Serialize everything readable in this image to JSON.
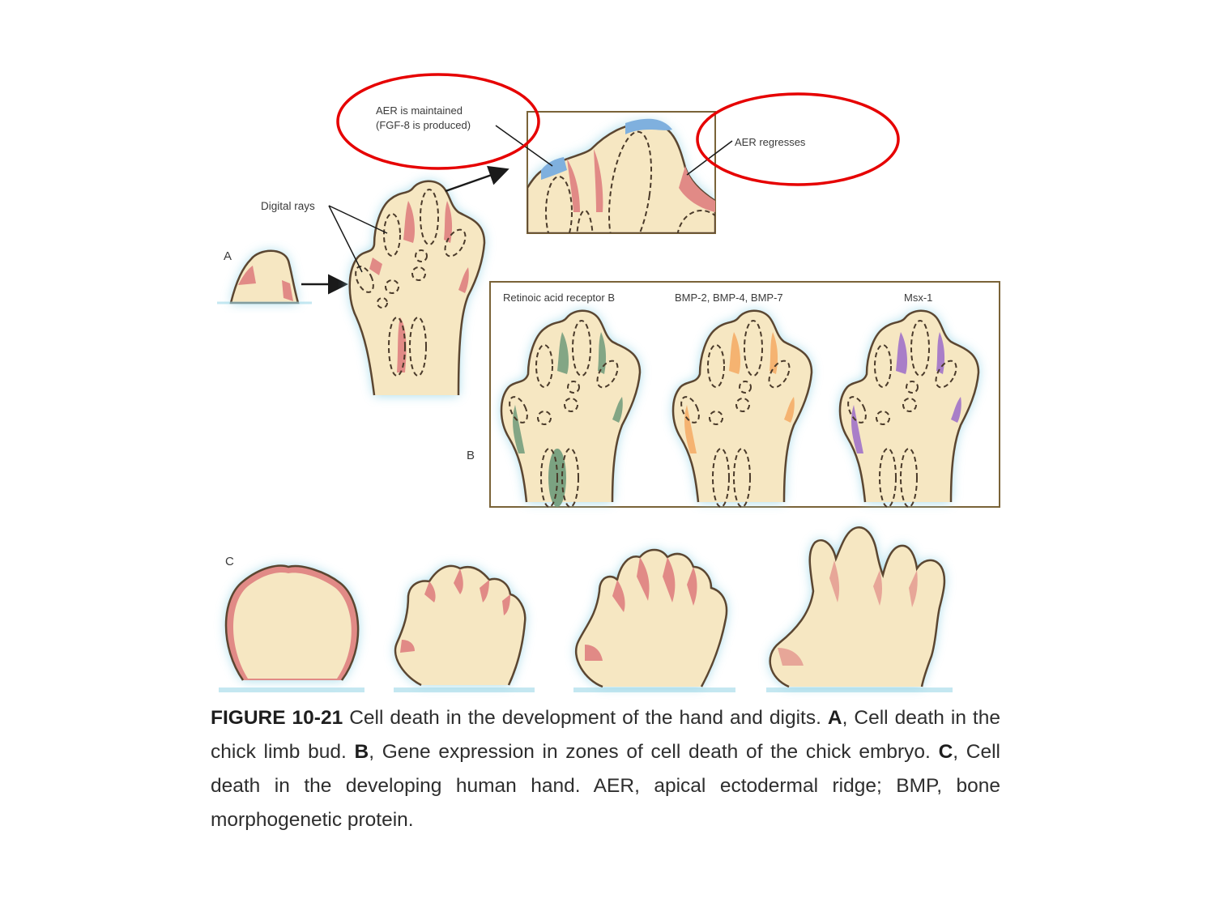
{
  "figure": {
    "panel_a": {
      "letter": "A",
      "digital_rays_label": "Digital rays",
      "aer_maintained_line1": "AER is maintained",
      "aer_maintained_line2": "(FGF-8 is produced)",
      "aer_regresses_label": "AER regresses"
    },
    "panel_b": {
      "letter": "B",
      "stains": [
        {
          "label": "Retinoic acid receptor B",
          "color": "#6e9a7a"
        },
        {
          "label": "BMP-2, BMP-4, BMP-7",
          "color": "#f5a963"
        },
        {
          "label": "Msx-1",
          "color": "#9b6bc9"
        }
      ]
    },
    "panel_c": {
      "letter": "C"
    },
    "colors": {
      "tissue": "#f6e7c2",
      "outline": "#5b4631",
      "cell_death": "#e18a86",
      "aer_blue": "#7fb0de",
      "glow": "#9ed8e8",
      "highlight_ring": "#e60000"
    }
  },
  "caption": {
    "figure_label": "FIGURE 10-21",
    "intro": " Cell death in the development of the hand and digits. ",
    "a_label": "A",
    "a_text": ", Cell death in the chick limb bud. ",
    "b_label": "B",
    "b_text": ", Gene expression in zones of cell death of the chick embryo. ",
    "c_label": "C",
    "c_text": ", Cell death in the developing human hand. AER, apical ectodermal ridge; BMP, bone morphogenetic protein."
  }
}
